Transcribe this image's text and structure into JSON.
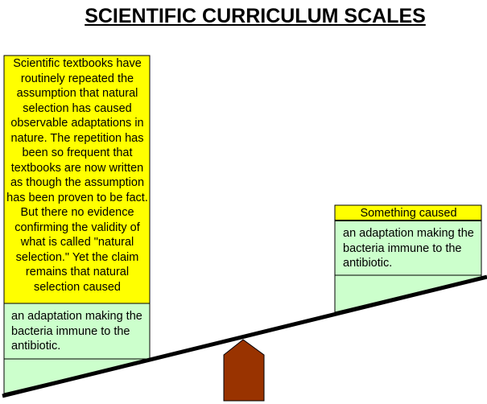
{
  "title": "SCIENTIFIC CURRICULUM SCALES",
  "left_pan": {
    "claim_text": "Scientific textbooks have routinely repeated the assumption that natural selection has caused observable adaptations in nature.  The repetition has been so frequent that textbooks are now written as though the assumption has been proven to be fact.  But there no evidence confirming the validity of what is called \"natural selection.\"  Yet the claim remains that natural selection caused",
    "effect_text": "an adaptation making the bacteria immune to the antibiotic."
  },
  "right_pan": {
    "label": "Something caused",
    "effect_text": "an adaptation making the bacteria immune to the antibiotic."
  },
  "colors": {
    "yellow": "#ffff00",
    "green": "#ccffcc",
    "fulcrum": "#993300",
    "beam": "#000000"
  }
}
